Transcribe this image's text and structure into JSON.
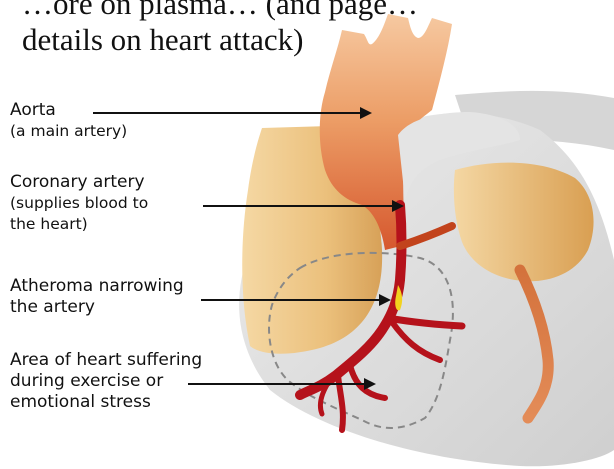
{
  "heading": {
    "line1": "…ore on plasma… (and page…",
    "line2": "details on heart attack)"
  },
  "labels": {
    "aorta": {
      "line1": "Aorta",
      "line2": "(a main artery)"
    },
    "coronary": {
      "line1": "Coronary artery",
      "line2": "(supplies blood to",
      "line3": "the heart)"
    },
    "atheroma": {
      "line1": "Atheroma narrowing",
      "line2": "the artery"
    },
    "area": {
      "line1": "Area of heart suffering",
      "line2": "during exercise or",
      "line3": "emotional stress"
    }
  },
  "colors": {
    "heart_grey": "#dcdcdc",
    "atrium_tan": "#e9b96e",
    "aorta_orange": "#e58a50",
    "artery_red": "#b5121b",
    "atheroma_yellow": "#f2d21e"
  }
}
